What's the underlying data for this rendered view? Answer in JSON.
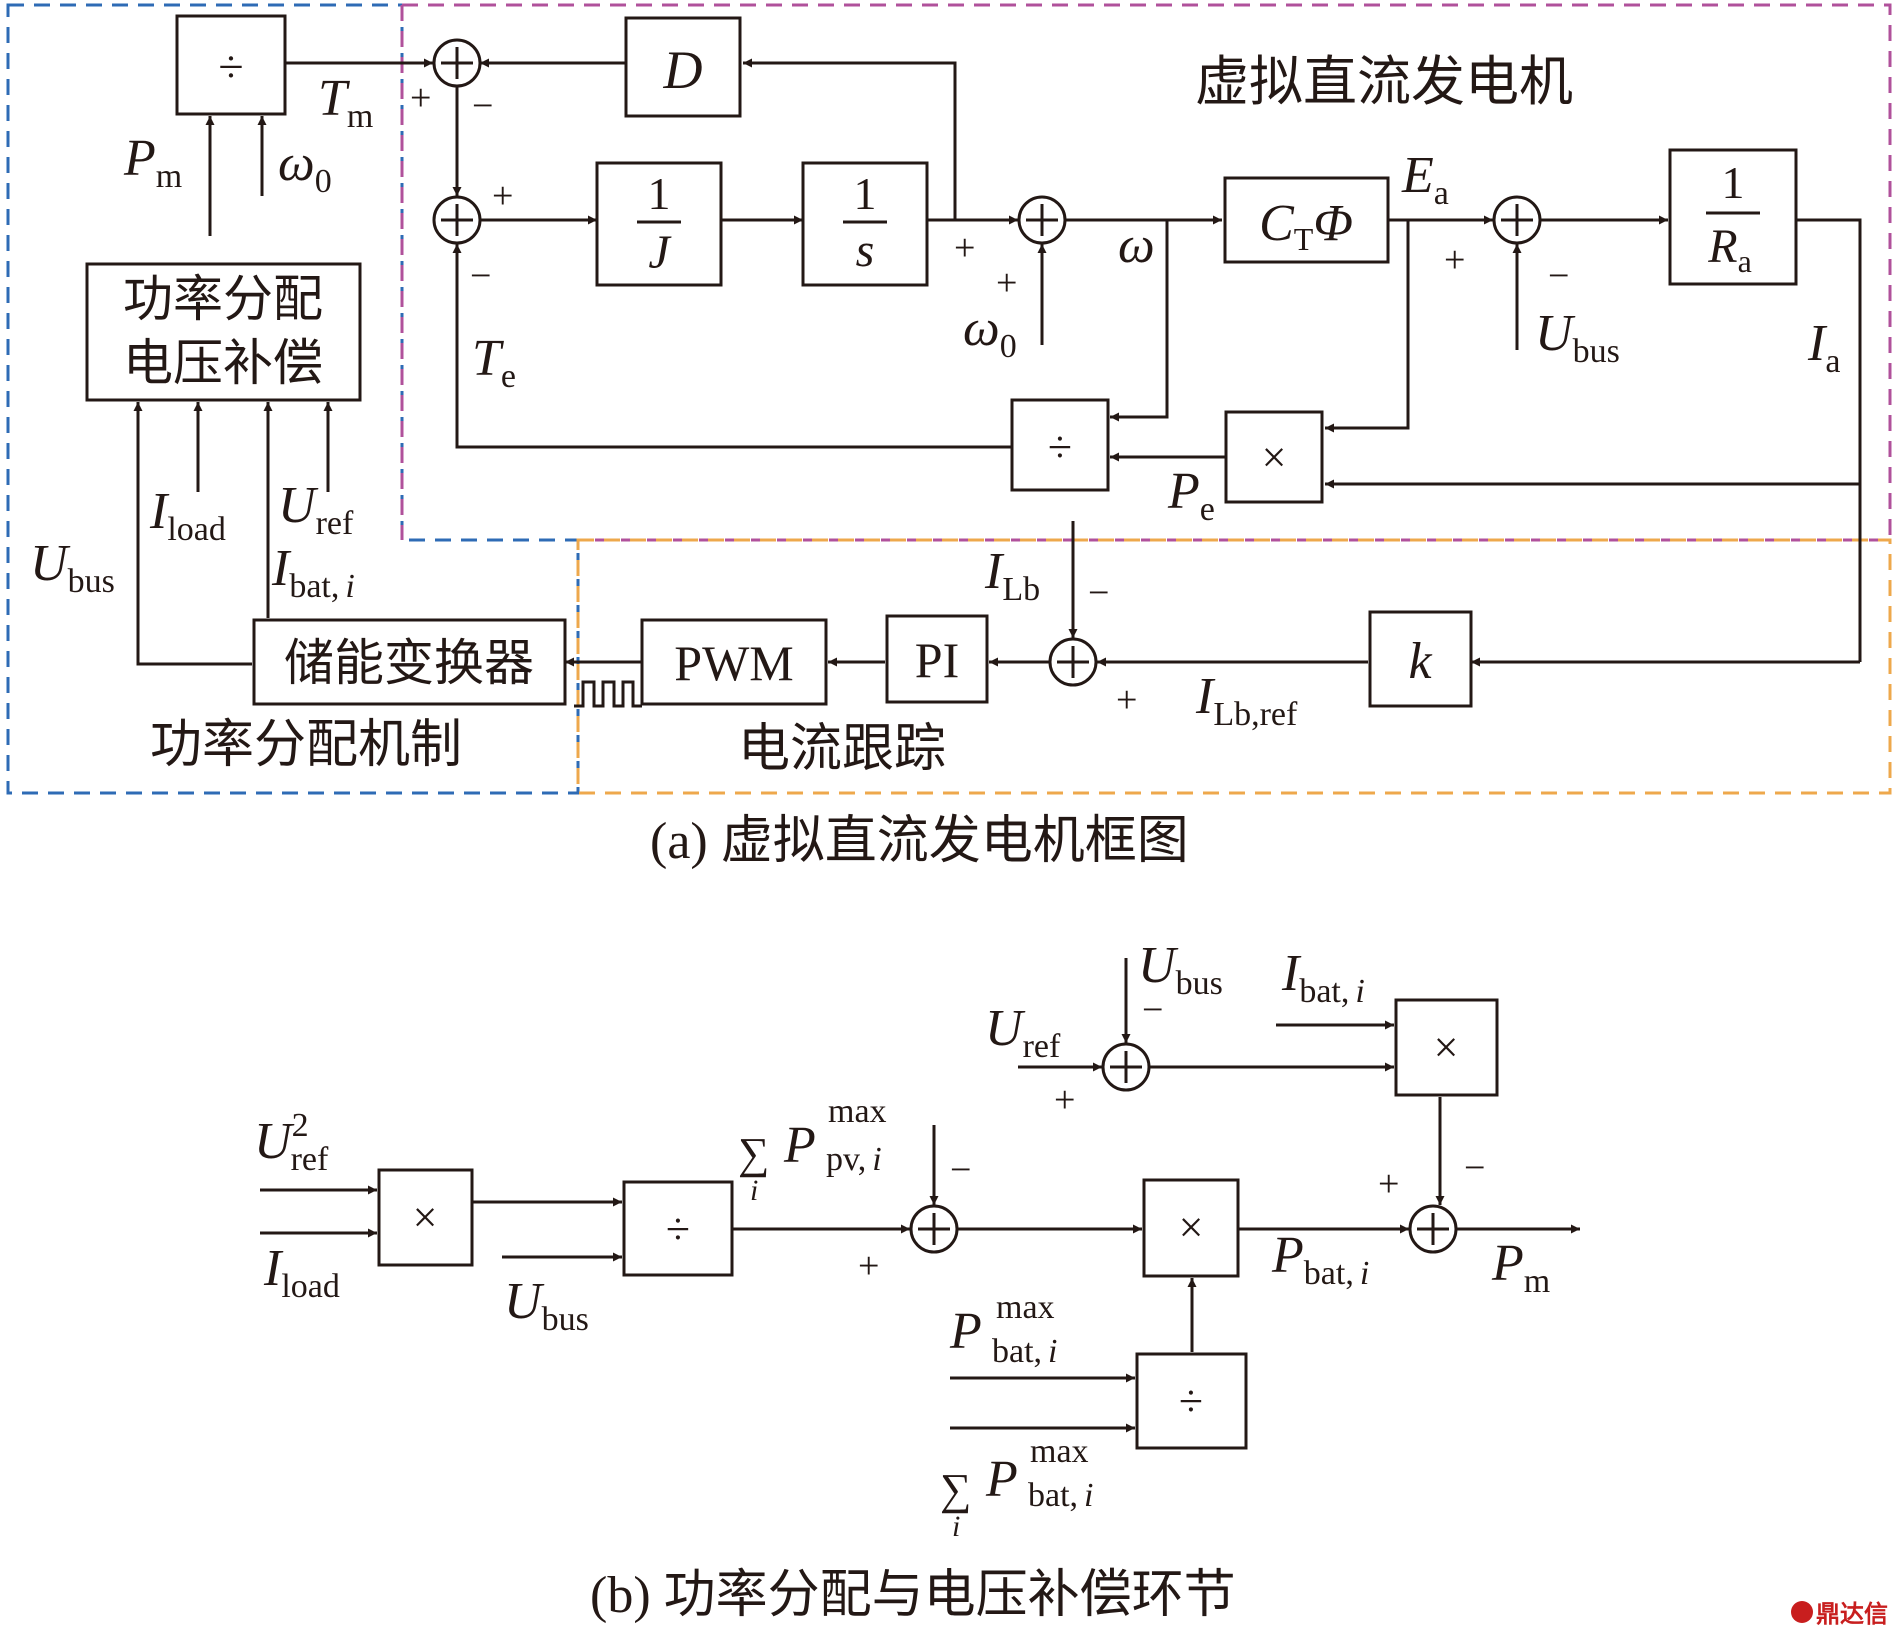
{
  "colors": {
    "ink": "#231815",
    "blue_region": "#2e6bb5",
    "magenta_region": "#b0519b",
    "orange_region": "#eea84c",
    "watermark": "#c81e1e"
  },
  "diagram_a": {
    "caption": "(a) 虚拟直流发电机框图",
    "regions": {
      "vdg": "虚拟直流发电机",
      "power_allocation": "功率分配机制",
      "current_tracking": "电流跟踪"
    },
    "blocks": {
      "div_top": "÷",
      "D": "D",
      "J_num": "1",
      "J_den": "J",
      "s_num": "1",
      "s_den": "s",
      "ct_c": "C",
      "ct_sub": "T",
      "ct_phi": "Φ",
      "ra_num": "1",
      "ra_r": "R",
      "ra_sub": "a",
      "div_mid": "÷",
      "mul_mid": "×",
      "pa_line1": "功率分配",
      "pa_line2": "电压补偿",
      "converter": "储能变换器",
      "pwm": "PWM",
      "pi": "PI",
      "k": "k"
    },
    "signals": {
      "Tm": "T",
      "Tm_sub": "m",
      "Pm": "P",
      "Pm_sub": "m",
      "omega0": "ω",
      "omega0_sub": "0",
      "omega": "ω",
      "Ea": "E",
      "Ea_sub": "a",
      "Ubus": "U",
      "Ubus_sub": "bus",
      "Ia": "I",
      "Ia_sub": "a",
      "Te": "T",
      "Te_sub": "e",
      "Pe": "P",
      "Pe_sub": "e",
      "ILb": "I",
      "ILb_sub": "Lb",
      "ILbref": "I",
      "ILbref_sub": "Lb,ref",
      "Iload": "I",
      "Iload_sub": "load",
      "Uref": "U",
      "Uref_sub": "ref",
      "Ibat": "I",
      "Ibat_sub": "bat",
      "sub_i": "i",
      "comma": ",",
      "plus": "+",
      "minus": "−"
    }
  },
  "diagram_b": {
    "caption": "(b) 功率分配与电压补偿环节",
    "blocks": {
      "mul1": "×",
      "div1": "÷",
      "mul2": "×",
      "mul3": "×",
      "div2": "÷"
    },
    "signals": {
      "U": "U",
      "I": "I",
      "P": "P",
      "sq": "2",
      "ref": "ref",
      "load": "load",
      "bus": "bus",
      "bat": "bat",
      "pv": "pv",
      "m": "m",
      "max": "max",
      "i": "i",
      "comma": ",",
      "sigma": "∑",
      "plus": "+",
      "minus": "−"
    }
  },
  "watermark": "鼎达信"
}
